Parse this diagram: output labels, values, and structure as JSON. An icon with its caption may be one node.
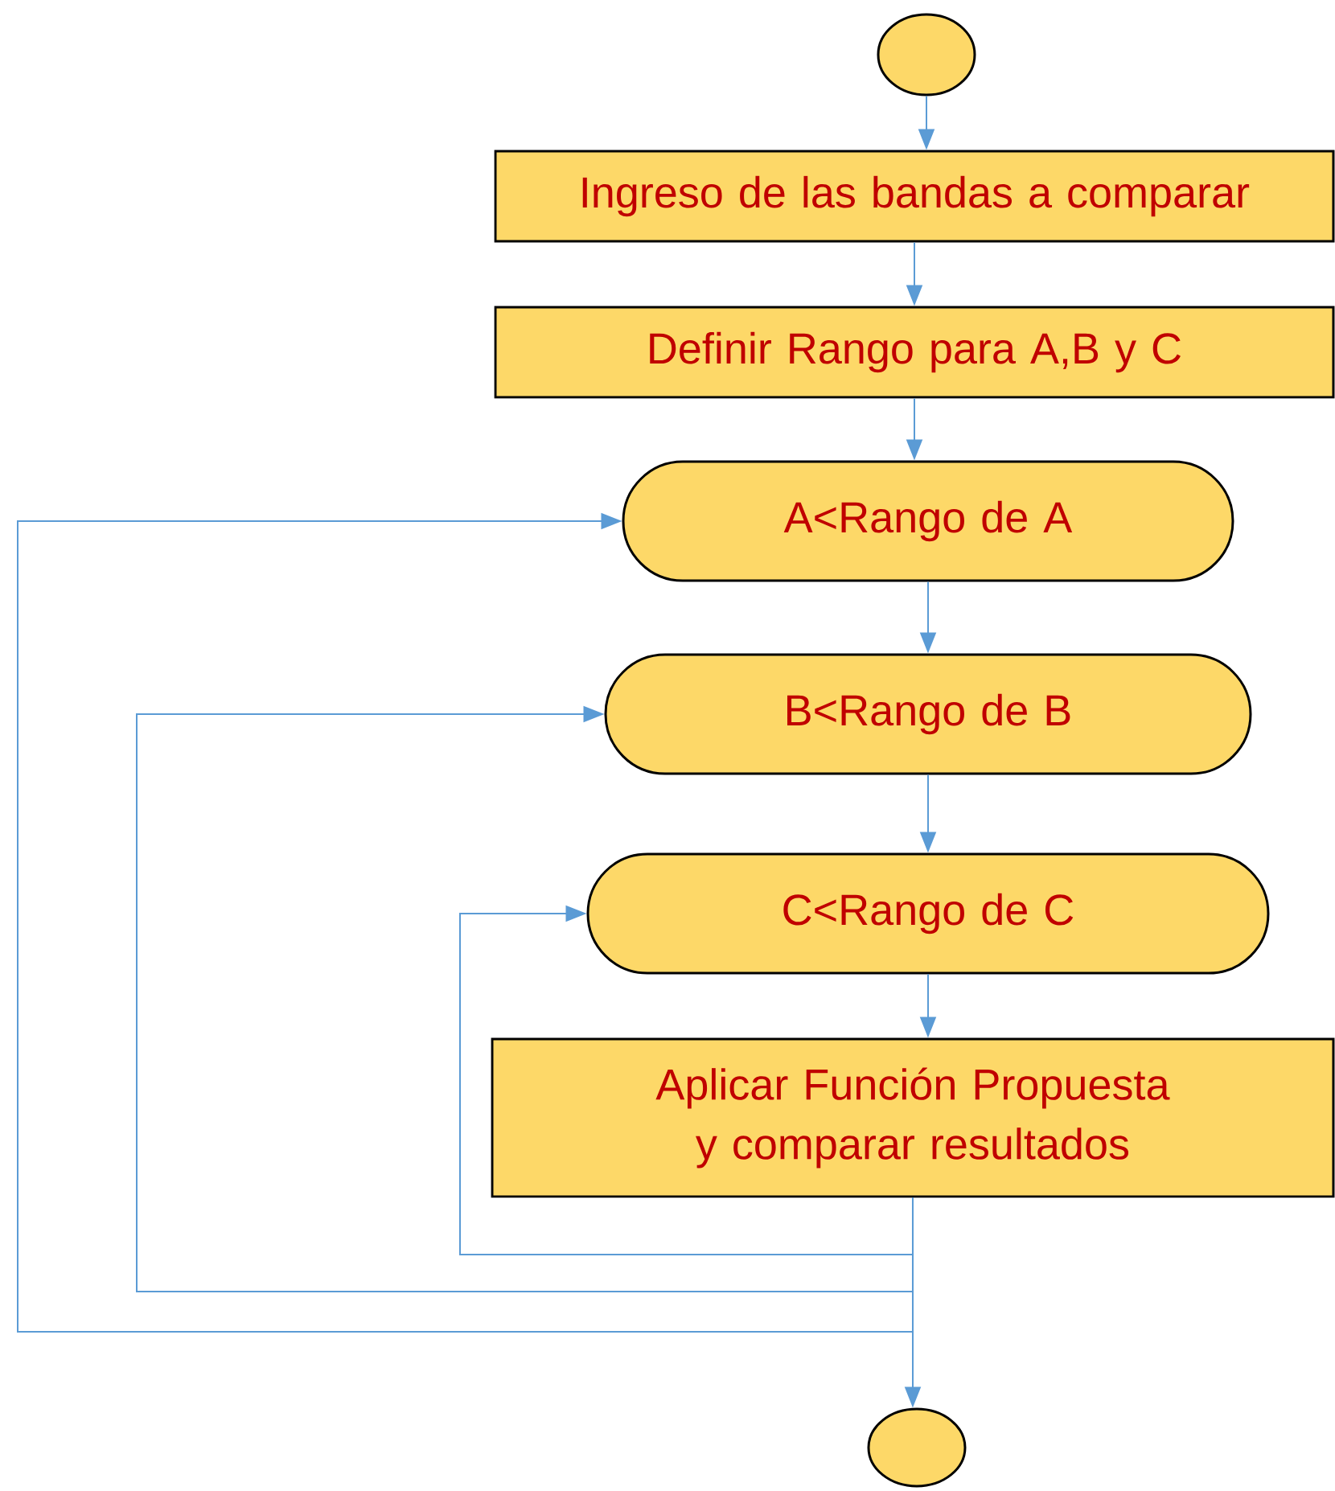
{
  "diagram": {
    "nodes": [
      {
        "text": [],
        "shape": "circle"
      },
      {
        "text": [
          "Ingreso de las bandas a comparar"
        ]
      },
      {
        "text": [
          "Definir Rango para A,B y C"
        ]
      },
      {
        "text": [
          "A<Rango de A"
        ]
      },
      {
        "text": [
          "B<Rango de B"
        ]
      },
      {
        "text": [
          "C<Rango de C"
        ]
      },
      {
        "text": [
          "Aplicar Función Propuesta y comparar resultados"
        ]
      },
      {
        "text": [],
        "shape": "circle"
      }
    ],
    "edges": [
      {
        "from": 0,
        "to": 1,
        "arrow": "to"
      },
      {
        "from": 1,
        "to": 2,
        "arrow": "to"
      },
      {
        "from": 2,
        "to": 3,
        "arrow": "to"
      },
      {
        "from": 3,
        "to": 4,
        "arrow": "to"
      },
      {
        "from": 4,
        "to": 5,
        "arrow": "to"
      },
      {
        "from": 5,
        "to": 6,
        "arrow": "to"
      },
      {
        "from": 6,
        "to": 5,
        "arrow": "to"
      },
      {
        "from": 6,
        "to": 4,
        "arrow": "to"
      },
      {
        "from": 6,
        "to": 3,
        "arrow": "to"
      },
      {
        "from": 6,
        "to": 7,
        "arrow": "to"
      }
    ]
  }
}
